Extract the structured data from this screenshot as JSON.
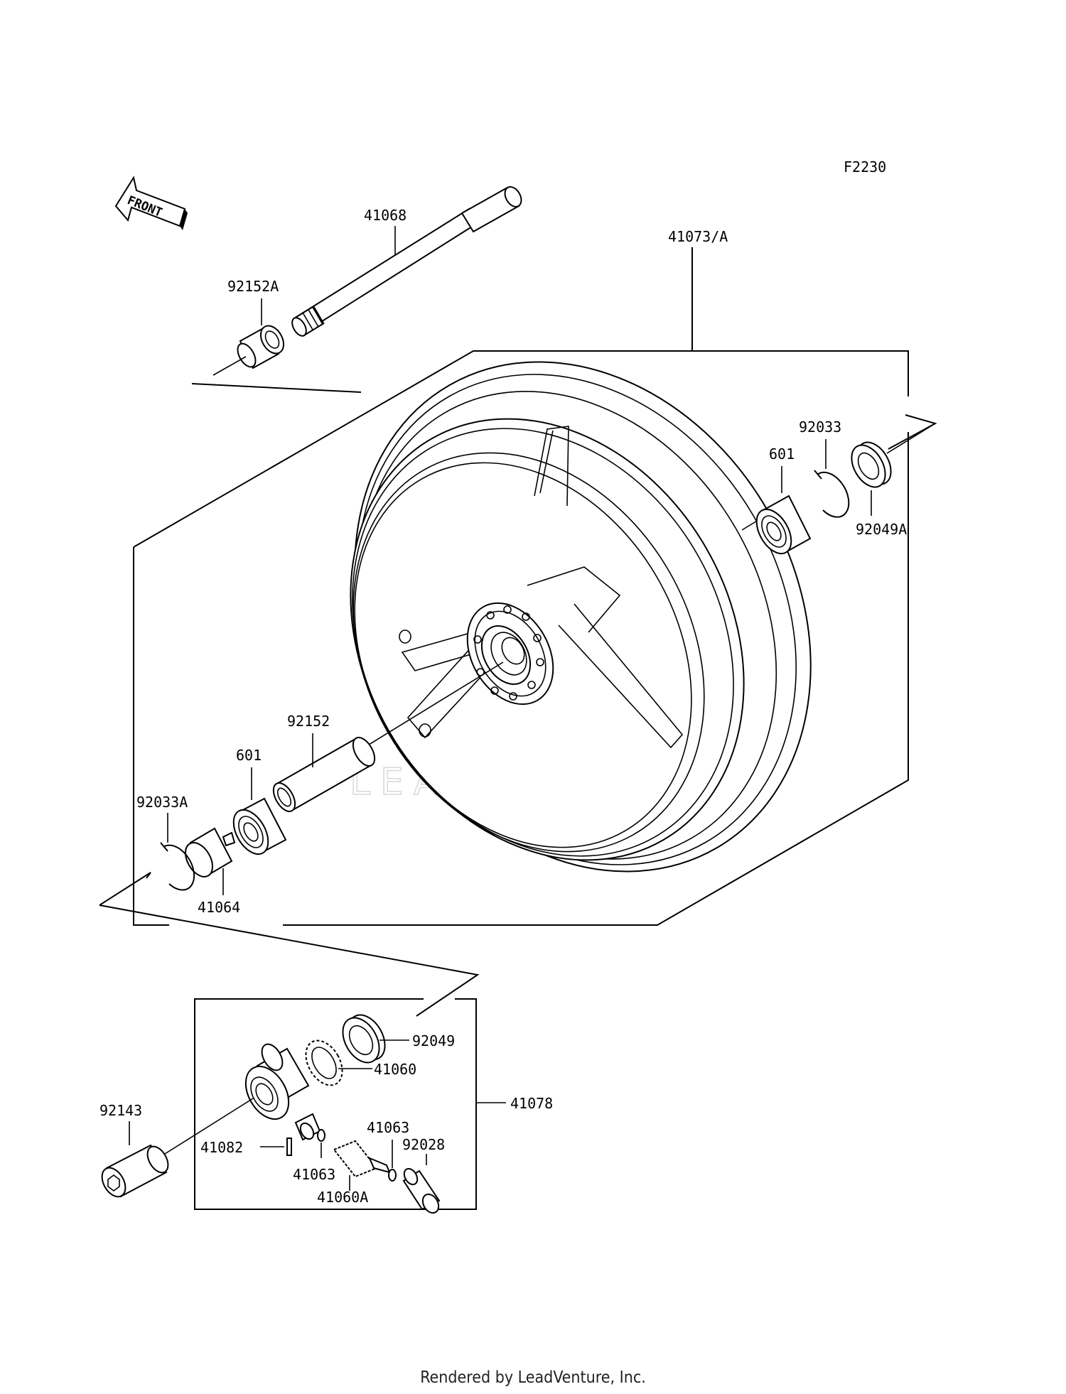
{
  "diagram_code": "F2230",
  "front_label": "FRONT",
  "watermark": "LEADVENTURE",
  "footer": "Rendered by LeadVenture, Inc.",
  "parts": {
    "axle": "41068",
    "axle_collar_left": "92152A",
    "wheel": "41073/A",
    "circlip_right": "92033",
    "bearing_right": "601",
    "oil_seal_right": "92049A",
    "distance_collar": "92152",
    "bearing_left": "601",
    "circlip_left": "92033A",
    "coupling": "41064",
    "speedo_seal": "92049",
    "speedo_gear_drive": "41060",
    "speedo_gear_housing": "41078",
    "collar": "92143",
    "pin": "41082",
    "washer_a": "41063",
    "washer_b": "41063",
    "bushing": "92028",
    "pinion": "41060A"
  }
}
